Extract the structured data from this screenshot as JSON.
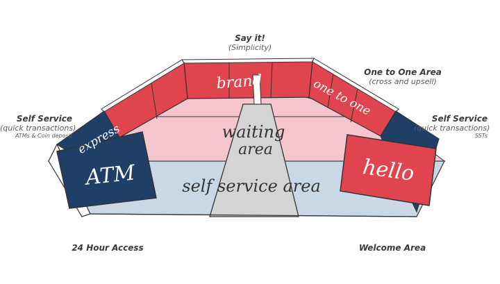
{
  "labels": {
    "say_it": {
      "title": "Say it!",
      "sub": "(Simplicity)"
    },
    "one_to_one": {
      "title": "One to One Area",
      "sub": "(cross and upsell)"
    },
    "self_service_left": {
      "title": "Self Service",
      "sub": "(quick transactions)",
      "detail": "ATMs & Coin deposit"
    },
    "self_service_right": {
      "title": "Self Service",
      "sub": "(quick transactions)",
      "detail": "SSTs"
    },
    "hour_access": "24 Hour Access",
    "welcome": "Welcome Area"
  },
  "sketch_text": {
    "brand": "brand",
    "one_to_one": "one to one",
    "express": "express",
    "atm": "ATM",
    "hello": "hello",
    "waiting_line1": "waiting",
    "waiting_line2": "area",
    "self_service_area": "self service area"
  },
  "colors": {
    "red": "#e0454f",
    "navy": "#1f3f66",
    "pink": "#f5c6cd",
    "light_blue": "#c9d8e4",
    "grey": "#d4d4d4",
    "outline": "#333333"
  }
}
